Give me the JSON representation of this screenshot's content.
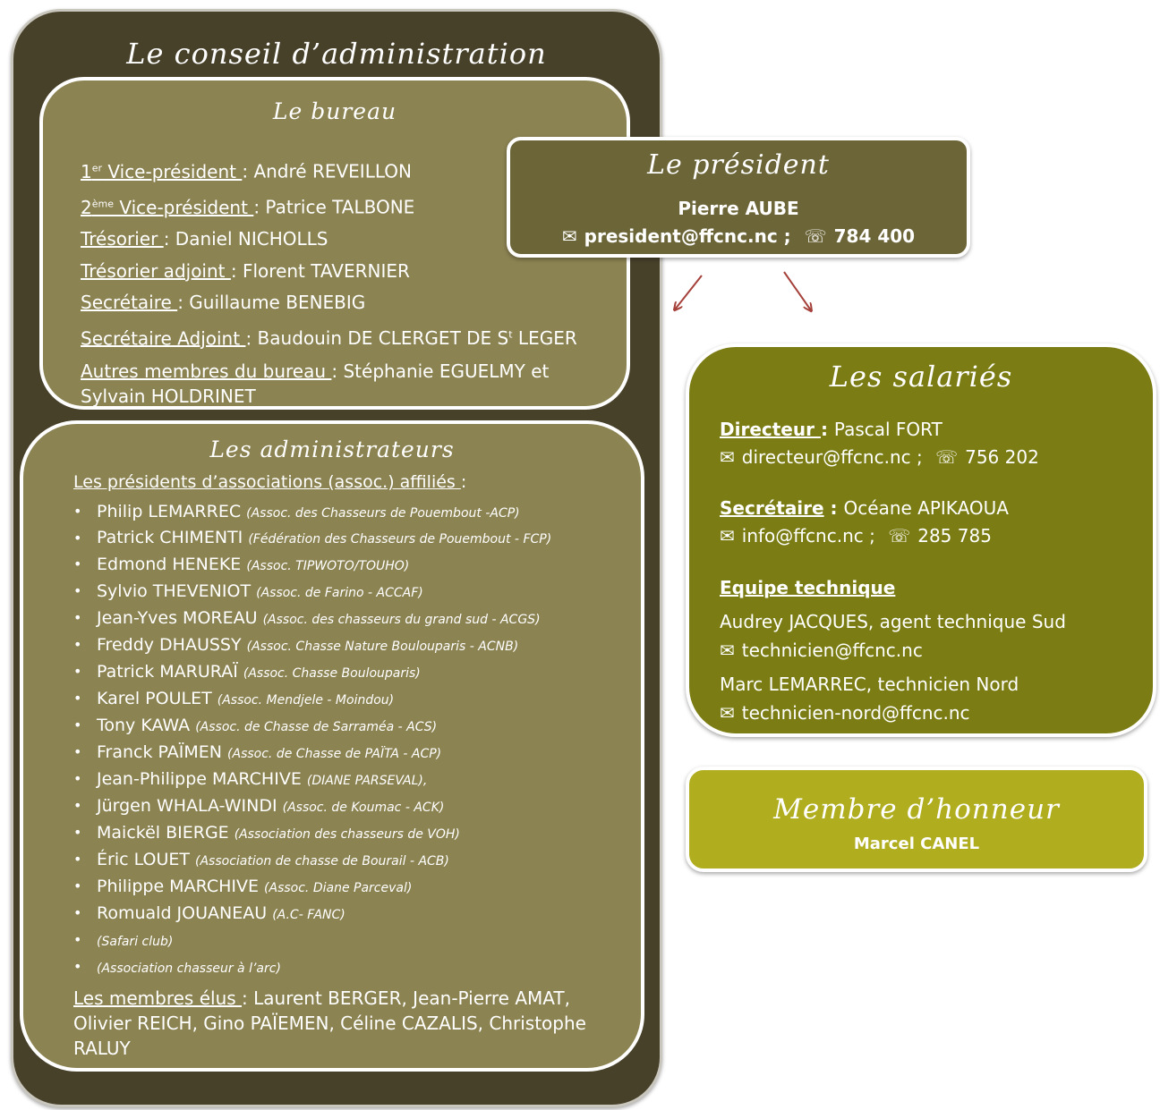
{
  "conseil": {
    "title": "Le conseil d’administration",
    "bureau": {
      "title": "Le bureau",
      "members": [
        {
          "role_main": "1",
          "role_sup": "er",
          "role_rest": " Vice-président ",
          "sep": ": ",
          "name": "André REVEILLON"
        },
        {
          "role_main": "2",
          "role_sup": "ème",
          "role_rest": " Vice-président ",
          "sep": ": ",
          "name": "Patrice TALBONE"
        },
        {
          "role_main": "Trésorier ",
          "role_sup": "",
          "role_rest": "",
          "sep": ": ",
          "name": "Daniel NICHOLLS"
        },
        {
          "role_main": "Trésorier adjoint ",
          "role_sup": "",
          "role_rest": "",
          "sep": ": ",
          "name": "Florent TAVERNIER"
        },
        {
          "role_main": "Secrétaire ",
          "role_sup": "",
          "role_rest": "",
          "sep": ": ",
          "name": "Guillaume BENEBIG"
        },
        {
          "role_main": "Secrétaire Adjoint ",
          "role_sup": "",
          "role_rest": "",
          "sep": ": ",
          "name": "Baudouin DE CLERGET DE S",
          "name_sup": "t",
          "name_rest": " LEGER"
        }
      ],
      "others_role": "Autres membres du bureau ",
      "others_sep": ": ",
      "others_names": "Stéphanie EGUELMY et Sylvain HOLDRINET"
    },
    "admins": {
      "title": "Les administrateurs",
      "intro_label": "Les présidents d’associations (assoc.) affiliés ",
      "intro_sep": ":",
      "associations": [
        {
          "name": "Philip LEMARREC",
          "aff": "(Assoc. des Chasseurs de Pouembout -ACP)"
        },
        {
          "name": "Patrick CHIMENTI",
          "aff": "(Fédération des Chasseurs de Pouembout - FCP)"
        },
        {
          "name": "Edmond HENEKE",
          "aff": "(Assoc. TIPWOTO/TOUHO)"
        },
        {
          "name": "Sylvio THEVENIOT",
          "aff": "(Assoc. de Farino - ACCAF)"
        },
        {
          "name": "Jean-Yves MOREAU",
          "aff": "(Assoc. des chasseurs du grand sud - ACGS)"
        },
        {
          "name": "Freddy DHAUSSY",
          "aff": "(Assoc. Chasse Nature Boulouparis - ACNB)"
        },
        {
          "name": "Patrick MARURAÏ",
          "aff": "(Assoc. Chasse Boulouparis)"
        },
        {
          "name": "Karel POULET",
          "aff": "(Assoc. Mendjele - Moindou)"
        },
        {
          "name": "Tony KAWA",
          "aff": "(Assoc. de Chasse de Sarraméa - ACS)"
        },
        {
          "name": "Franck PAÏMEN",
          "aff": "(Assoc. de Chasse de PAÏTA - ACP)"
        },
        {
          "name": "Jean-Philippe MARCHIVE",
          "aff": "(DIANE PARSEVAL),"
        },
        {
          "name": "Jürgen WHALA-WINDI",
          "aff": "(Assoc. de Koumac - ACK)"
        },
        {
          "name": "Maickël BIERGE",
          "aff": "(Association des chasseurs de VOH)"
        },
        {
          "name": "Éric LOUET",
          "aff": "(Association de chasse de Bourail - ACB)"
        },
        {
          "name": "Philippe MARCHIVE",
          "aff": "(Assoc. Diane Parceval)"
        },
        {
          "name": "Romuald JOUANEAU",
          "aff": "(A.C- FANC)"
        },
        {
          "name": "",
          "aff": "(Safari club)"
        },
        {
          "name": "",
          "aff": "(Association chasseur à l’arc)"
        }
      ],
      "elus_label": "Les membres élus ",
      "elus_sep": ": ",
      "elus_names": "Laurent BERGER, Jean-Pierre AMAT, Olivier REICH, Gino PAÏEMEN, Céline CAZALIS, Christophe RALUY"
    }
  },
  "president": {
    "title": "Le président",
    "name": "Pierre AUBE",
    "email": "president@ffcnc.nc ;",
    "phone": "784 400",
    "email_icon": "mail-icon",
    "phone_icon": "phone-icon"
  },
  "salaries": {
    "title": "Les salariés",
    "directeur_label": "Directeur ",
    "directeur_sep": ": ",
    "directeur_name": "Pascal FORT",
    "directeur_email": "directeur@ffcnc.nc ;",
    "directeur_phone": "756 202",
    "secretaire_label": "Secrétaire",
    "secretaire_sep": " : ",
    "secretaire_name": "Océane APIKAOUA",
    "secretaire_email": "info@ffcnc.nc ;",
    "secretaire_phone": "285 785",
    "equipe_label": "Equipe technique",
    "tech1": "Audrey JACQUES, agent technique Sud",
    "tech1_email": "technicien@ffcnc.nc",
    "tech2": "Marc LEMARREC, technicien Nord",
    "tech2_email": "technicien-nord@ffcnc.nc"
  },
  "honneur": {
    "title": "Membre d’honneur",
    "name": "Marcel CANEL"
  },
  "colors": {
    "conseil_bg": "#48412a",
    "panel_bg": "#8c8352",
    "president_bg": "#6c6538",
    "salaries_bg": "#7b7d14",
    "honneur_bg": "#b0ad1e",
    "arrow": "#a5403a"
  }
}
